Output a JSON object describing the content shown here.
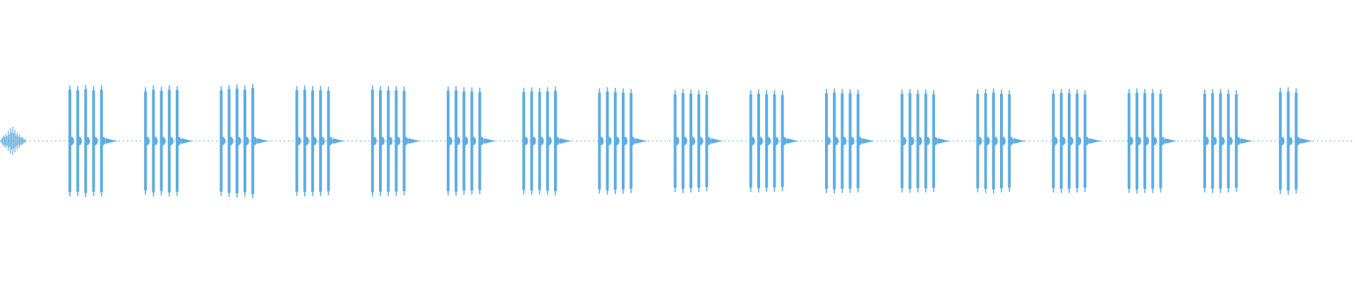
{
  "waveform": {
    "color": "#5DADE2",
    "background": "#ffffff",
    "intro_noise": true,
    "bursts": [
      {
        "pulses": [
          0.96,
          0.95,
          0.97,
          0.95,
          0.96
        ]
      },
      {
        "pulses": [
          0.93,
          0.96,
          0.94,
          0.96,
          0.95
        ]
      },
      {
        "pulses": [
          0.95,
          0.97,
          0.98,
          0.96,
          0.99
        ]
      },
      {
        "pulses": [
          0.95,
          0.96,
          0.95,
          0.95,
          0.94
        ]
      },
      {
        "pulses": [
          0.96,
          0.95,
          0.95,
          0.95,
          0.94
        ]
      },
      {
        "pulses": [
          0.94,
          0.95,
          0.93,
          0.93,
          0.92
        ]
      },
      {
        "pulses": [
          0.92,
          0.93,
          0.92,
          0.93,
          0.94
        ]
      },
      {
        "pulses": [
          0.91,
          0.93,
          0.92,
          0.91,
          0.9
        ]
      },
      {
        "pulses": [
          0.88,
          0.9,
          0.89,
          0.88,
          0.87
        ]
      },
      {
        "pulses": [
          0.88,
          0.89,
          0.88,
          0.88,
          0.87
        ]
      },
      {
        "pulses": [
          0.9,
          0.91,
          0.9,
          0.9,
          0.89
        ]
      },
      {
        "pulses": [
          0.89,
          0.9,
          0.89,
          0.89,
          0.88
        ]
      },
      {
        "pulses": [
          0.89,
          0.9,
          0.91,
          0.89,
          0.88
        ]
      },
      {
        "pulses": [
          0.89,
          0.9,
          0.9,
          0.89,
          0.88
        ]
      },
      {
        "pulses": [
          0.9,
          0.91,
          0.9,
          0.9,
          0.89
        ]
      },
      {
        "pulses": [
          0.89,
          0.9,
          0.9,
          0.89,
          0.88
        ]
      },
      {
        "pulses": [
          0.92,
          0.93,
          0.91
        ]
      }
    ]
  }
}
